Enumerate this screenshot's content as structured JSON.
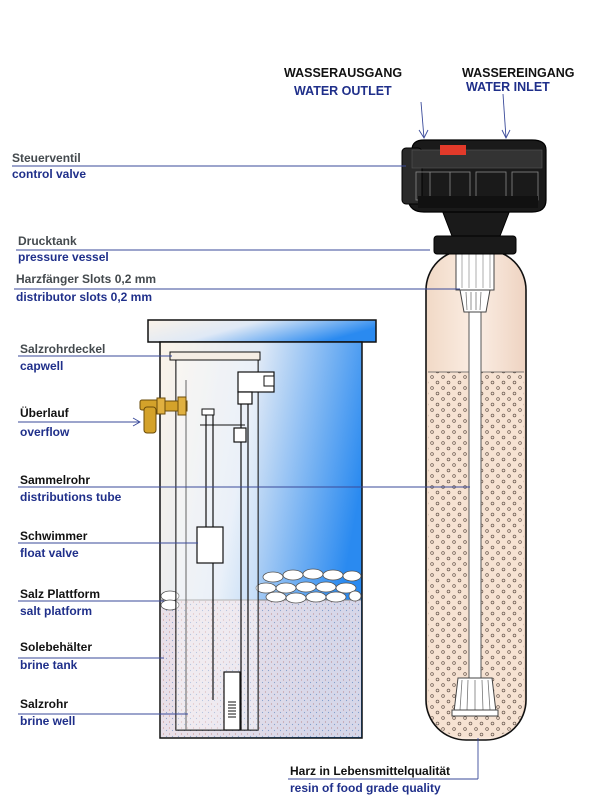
{
  "labels": {
    "water_outlet": {
      "de": "WASSERAUSGANG",
      "en": "WATER OUTLET"
    },
    "water_inlet": {
      "de": "WASSEREINGANG",
      "en": "WATER INLET"
    },
    "control_valve": {
      "de": "Steuerventil",
      "en": "control valve"
    },
    "pressure_vessel": {
      "de": "Drucktank",
      "en": "pressure vessel"
    },
    "distributor": {
      "de": "Harzfänger Slots 0,2 mm",
      "en": "distributor slots 0,2 mm"
    },
    "capwell": {
      "de": "Salzrohrdeckel",
      "en": "capwell"
    },
    "overflow": {
      "de": "Überlauf",
      "en": "overflow"
    },
    "distribution_tube": {
      "de": "Sammelrohr",
      "en": "distributions tube"
    },
    "float_valve": {
      "de": "Schwimmer",
      "en": "float valve"
    },
    "salt_platform": {
      "de": "Salz Plattform",
      "en": "salt platform"
    },
    "brine_tank": {
      "de": "Solebehälter",
      "en": "brine tank"
    },
    "brine_well": {
      "de": "Salzrohr",
      "en": "brine well"
    },
    "resin": {
      "de": "Harz in Lebensmittelqualität",
      "en": "resin of food grade quality"
    }
  },
  "colors": {
    "label_german": "#444a4e",
    "label_english": "#1f2f8a",
    "leader_line": "#3a4a9a",
    "tank_tint": "#f4dcc8",
    "water_blue": "#2e8ff0",
    "valve_body": "#1a1a1a",
    "overflow_fitting": "#d4a22a"
  }
}
